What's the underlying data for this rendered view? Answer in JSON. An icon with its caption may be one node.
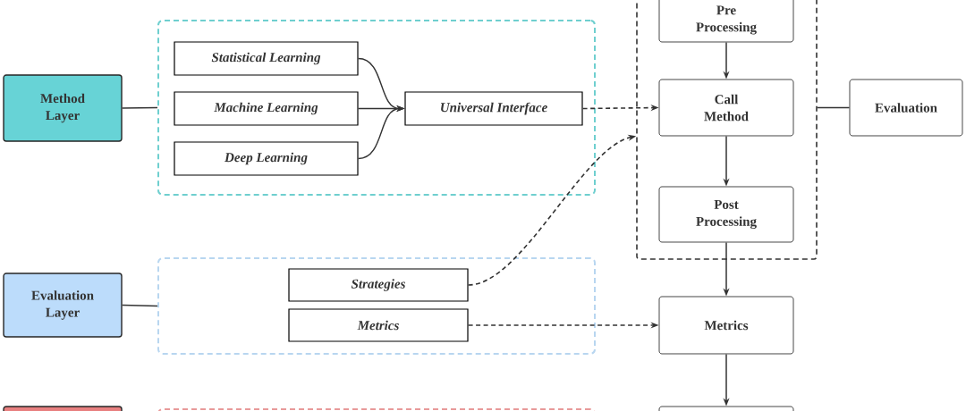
{
  "diagram": {
    "nodes": [
      {
        "text": [
          "Method Layer"
        ]
      },
      {
        "text": [],
        "shape": "box"
      },
      {
        "text": [
          "Statistical Learning"
        ],
        "in": 1
      },
      {
        "text": [
          "Machine Learning"
        ],
        "in": 1
      },
      {
        "text": [
          "Deep Learning"
        ],
        "in": 1
      },
      {
        "text": [
          "Universal Interface"
        ],
        "in": 1
      },
      {
        "text": [],
        "shape": "box"
      },
      {
        "text": [
          "Pre Processing"
        ],
        "in": 6
      },
      {
        "text": [
          "Call Method"
        ],
        "in": 6
      },
      {
        "text": [
          "Post Processing"
        ],
        "in": 6
      },
      {
        "text": [
          "Evaluation"
        ]
      },
      {
        "text": [
          "Evaluation Layer"
        ]
      },
      {
        "text": [],
        "shape": "box"
      },
      {
        "text": [
          "Strategies"
        ],
        "in": 12
      },
      {
        "text": [
          "Metrics"
        ],
        "in": 12
      },
      {
        "text": [
          "Metrics"
        ]
      },
      {
        "text": [],
        "shape": "box"
      },
      {
        "text": [],
        "shape": "box"
      },
      {
        "text": [],
        "shape": "box"
      }
    ],
    "edges": [
      {
        "from": 0,
        "to": 1,
        "arrow": "none"
      },
      {
        "from": 2,
        "to": 5,
        "arrow": "to"
      },
      {
        "from": 3,
        "to": 5,
        "arrow": "to"
      },
      {
        "from": 4,
        "to": 5,
        "arrow": "to"
      },
      {
        "from": 5,
        "to": 8,
        "arrow": "to",
        "style": "dashed"
      },
      {
        "from": 13,
        "to": 6,
        "arrow": "to",
        "style": "dashed"
      },
      {
        "from": 7,
        "to": 8,
        "arrow": "to"
      },
      {
        "from": 8,
        "to": 9,
        "arrow": "to"
      },
      {
        "from": 9,
        "to": 15,
        "arrow": "to"
      },
      {
        "from": 6,
        "to": 10,
        "arrow": "none"
      },
      {
        "from": 11,
        "to": 12,
        "arrow": "none"
      },
      {
        "from": 14,
        "to": 15,
        "arrow": "to",
        "style": "dashed"
      },
      {
        "from": 15,
        "to": 18,
        "arrow": "to"
      }
    ]
  }
}
